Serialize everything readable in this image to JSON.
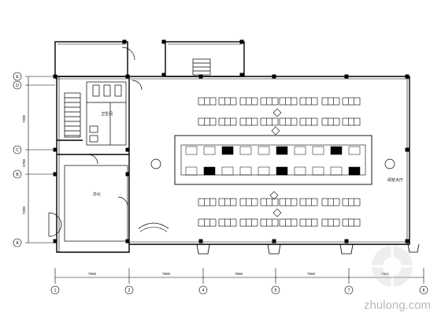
{
  "drawing": {
    "grid_rows_left": [
      "E",
      "D",
      "C",
      "B",
      "A"
    ],
    "grid_cols_bottom": [
      "1",
      "2",
      "4",
      "5",
      "7",
      "8"
    ],
    "dims_left": [
      "7200",
      "2700",
      "7200"
    ],
    "dims_bottom": [
      "7500",
      "7500",
      "7500",
      "7500",
      "7500"
    ],
    "room_labels": {
      "toilet": "卫生间",
      "office": "办公",
      "hall": "阅览大厅"
    }
  },
  "watermark": {
    "brand": "zhulong.com"
  }
}
